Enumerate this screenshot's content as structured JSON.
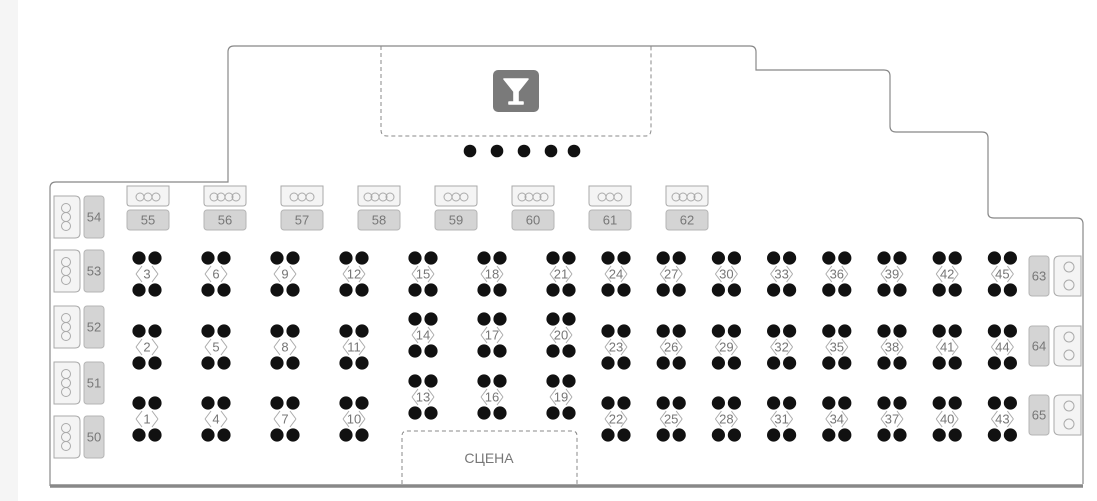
{
  "bar": {
    "icon": "cocktail-icon"
  },
  "stage": {
    "label": "СЦЕНА"
  },
  "colors": {
    "wall": "#888888",
    "seat": "#111111",
    "table_stroke": "#aaaaaa",
    "number": "#777777",
    "box_fill": "#d4d4d4",
    "bar_icon_bg": "#7a7a7a"
  },
  "tables": {
    "grid_left": [
      "1",
      "2",
      "3",
      "4",
      "5",
      "6",
      "7",
      "8",
      "9",
      "10",
      "11",
      "12"
    ],
    "grid_middle": [
      "13",
      "14",
      "15",
      "16",
      "17",
      "18",
      "19",
      "20",
      "21"
    ],
    "grid_right": [
      "22",
      "23",
      "24",
      "25",
      "26",
      "27",
      "28",
      "29",
      "30",
      "31",
      "32",
      "33",
      "34",
      "35",
      "36",
      "37",
      "38",
      "39",
      "40",
      "41",
      "42",
      "43",
      "44",
      "45"
    ],
    "left_wall": [
      "50",
      "51",
      "52",
      "53",
      "54"
    ],
    "top_row": [
      "55",
      "56",
      "57",
      "58",
      "59",
      "60",
      "61",
      "62"
    ],
    "right_wall": [
      "63",
      "64",
      "65"
    ]
  }
}
